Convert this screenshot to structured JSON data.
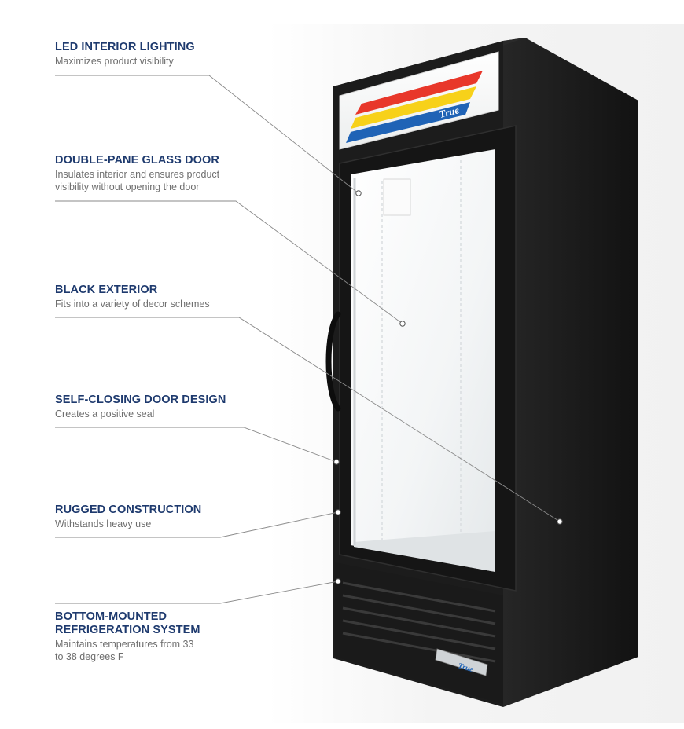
{
  "features": [
    {
      "title": "LED INTERIOR LIGHTING",
      "description": "Maximizes product visibility"
    },
    {
      "title": "DOUBLE-PANE GLASS DOOR",
      "description_lines": [
        "Insulates interior and ensures product",
        "visibility without opening the door"
      ]
    },
    {
      "title": "BLACK EXTERIOR",
      "description": "Fits into a variety of decor schemes"
    },
    {
      "title": "SELF-CLOSING DOOR DESIGN",
      "description": "Creates a positive seal"
    },
    {
      "title": "RUGGED CONSTRUCTION",
      "description": "Withstands heavy use"
    },
    {
      "title_lines": [
        "BOTTOM-MOUNTED",
        "REFRIGERATION SYSTEM"
      ],
      "description_lines": [
        "Maintains temperatures from 33",
        "to 38 degrees F"
      ]
    }
  ],
  "brand": {
    "logo_text": "True"
  },
  "colors": {
    "title": "#1e3a6e",
    "description": "#6e6e6e",
    "cabinet": "#1b1b1b",
    "stripe_red": "#e8372a",
    "stripe_yellow": "#f7d11a",
    "stripe_blue": "#1f63b6",
    "leader_line": "#8a8a8a"
  }
}
